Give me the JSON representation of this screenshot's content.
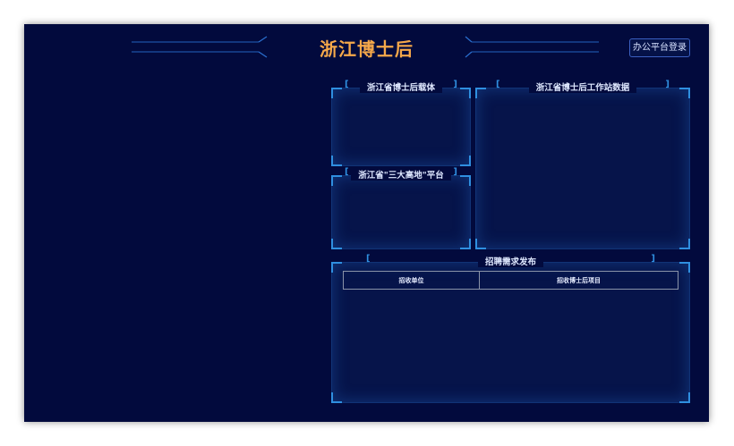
{
  "header": {
    "title": "浙江博士后",
    "login_label": "办公平台登录"
  },
  "panels": {
    "carrier": {
      "title": "浙江省博士后载体"
    },
    "workstation": {
      "title": "浙江省博士后工作站数据"
    },
    "platform": {
      "title": "浙江省\"三大高地\"平台"
    },
    "recruit": {
      "title": "招聘需求发布",
      "columns": [
        "招收单位",
        "招收博士后项目"
      ]
    }
  },
  "colors": {
    "background": "#020a3d",
    "title": "#f5a84a",
    "accent": "#2f8fe0"
  }
}
